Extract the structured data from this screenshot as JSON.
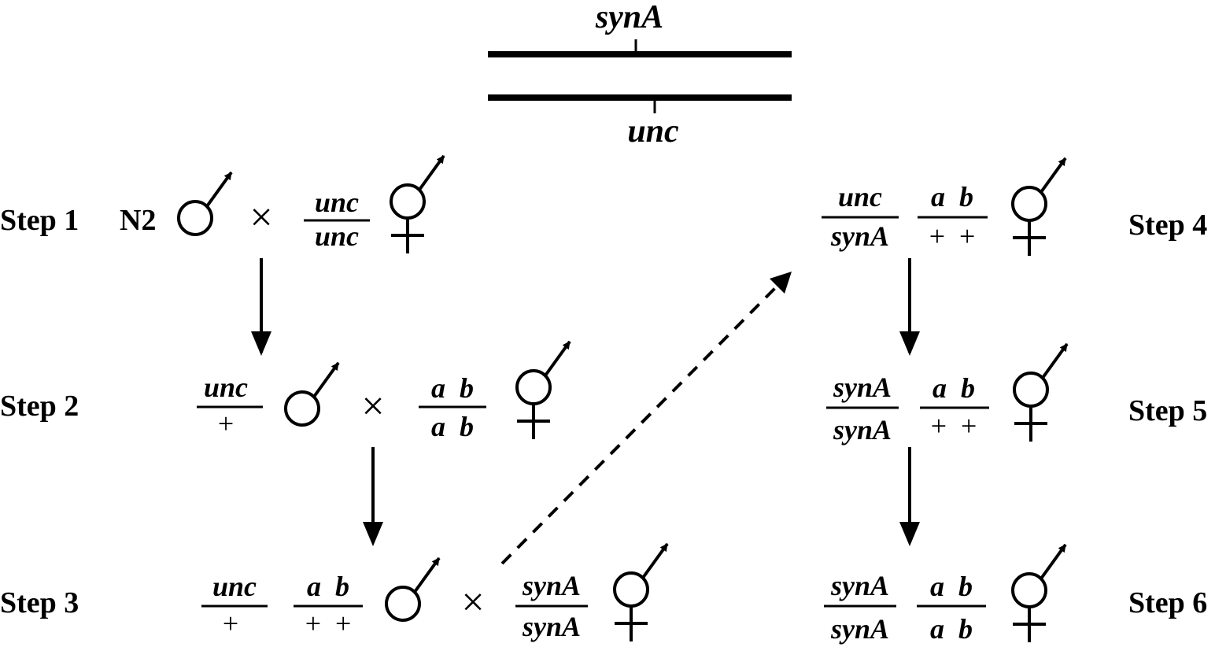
{
  "chromosome": {
    "top_gene": "synA",
    "bottom_gene": "unc"
  },
  "steps": [
    {
      "label": "Step 1",
      "strain": "N2",
      "cross": "×",
      "g1_top": "unc",
      "g1_bottom": "unc"
    },
    {
      "label": "Step 2",
      "cross": "×",
      "m_top": "unc",
      "m_bottom": "+",
      "h_top": "a  b",
      "h_bottom": "a  b"
    },
    {
      "label": "Step 3",
      "cross": "×",
      "m1_top": "unc",
      "m1_bottom": "+",
      "m2_top": "a  b",
      "m2_bottom": "+  +",
      "h_top": "synA",
      "h_bottom": "synA"
    },
    {
      "label": "Step 4",
      "g1_top": "unc",
      "g1_bottom": "synA",
      "g2_top": "a  b",
      "g2_bottom": "+  +"
    },
    {
      "label": "Step 5",
      "g1_top": "synA",
      "g1_bottom": "synA",
      "g2_top": "a  b",
      "g2_bottom": "+  +"
    },
    {
      "label": "Step 6",
      "g1_top": "synA",
      "g1_bottom": "synA",
      "g2_top": "a  b",
      "g2_bottom": "a  b"
    }
  ],
  "symbols": {
    "male": "male-symbol-icon",
    "hermaphrodite": "hermaphrodite-symbol-icon"
  }
}
